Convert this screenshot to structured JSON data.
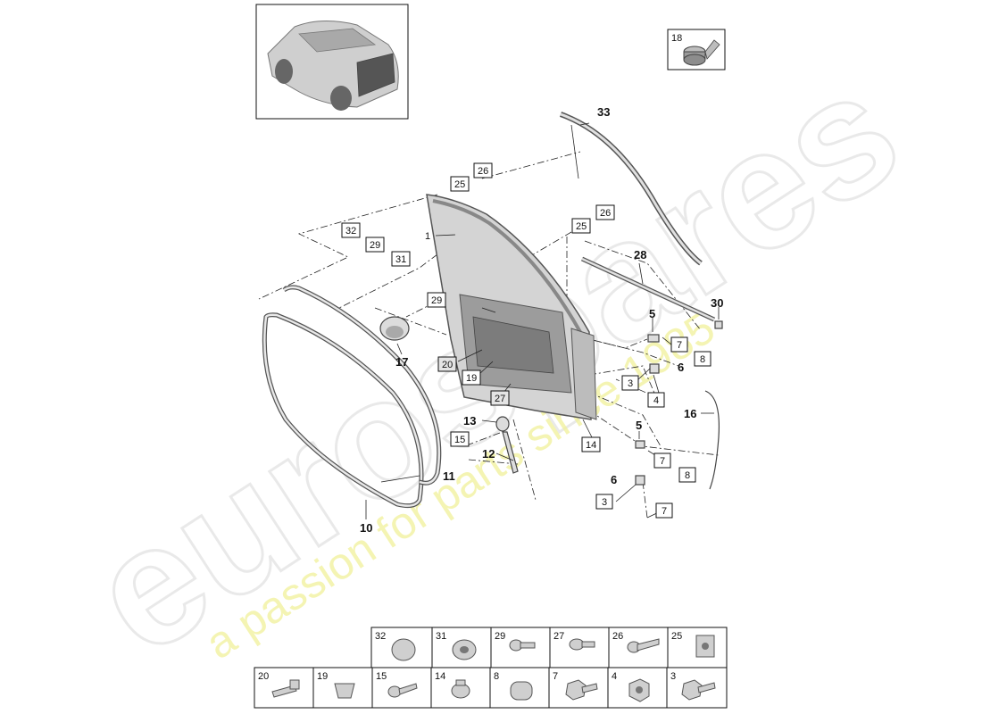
{
  "watermark": {
    "brand": "eurospares",
    "tagline": "a passion for parts since 1985"
  },
  "callouts": {
    "c1": "1",
    "c3a": "3",
    "c3b": "3",
    "c4": "4",
    "c5a": "5",
    "c5b": "5",
    "c6a": "6",
    "c6b": "6",
    "c7a": "7",
    "c7b": "7",
    "c7c": "7",
    "c8a": "8",
    "c8b": "8",
    "c10": "10",
    "c11": "11",
    "c12": "12",
    "c13": "13",
    "c14": "14",
    "c15": "15",
    "c16": "16",
    "c17": "17",
    "c18": "18",
    "c19": "19",
    "c20": "20",
    "c25a": "25",
    "c25b": "25",
    "c26a": "26",
    "c26b": "26",
    "c27": "27",
    "c28": "28",
    "c29a": "29",
    "c29b": "29",
    "c30": "30",
    "c31": "31",
    "c32": "32",
    "c33": "33"
  },
  "parts_table": {
    "top_row": [
      "32",
      "31",
      "29",
      "27",
      "26",
      "25"
    ],
    "bottom_row": [
      "20",
      "19",
      "15",
      "14",
      "8",
      "7",
      "4",
      "3"
    ]
  }
}
